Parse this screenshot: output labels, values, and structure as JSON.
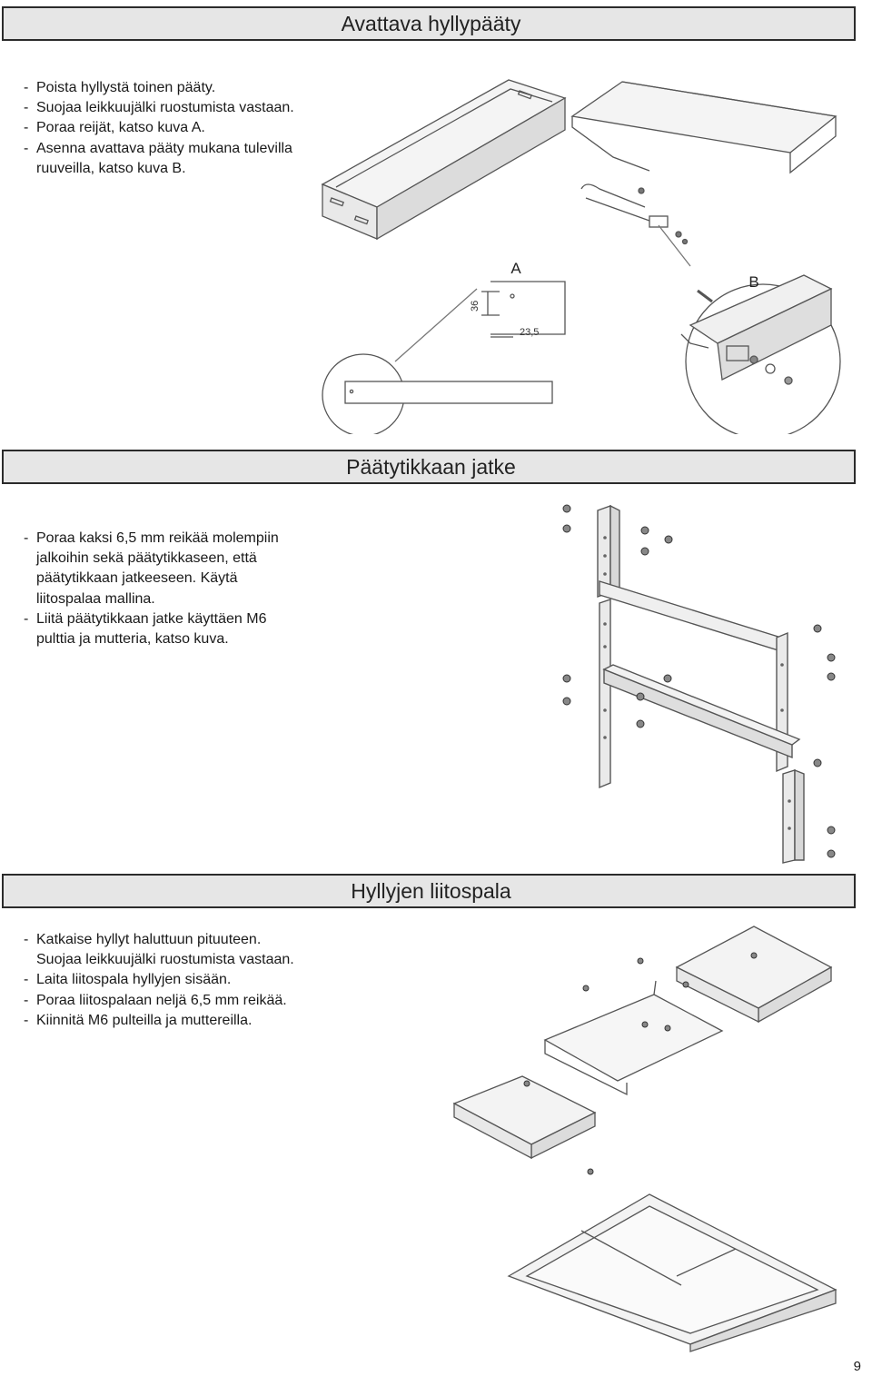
{
  "sections": [
    {
      "title": "Avattava hyllypääty",
      "steps": [
        "Poista hyllystä toinen pääty.",
        "Suojaa leikkuujälki ruostumista vastaan.",
        "Poraa reijät, katso kuva A.",
        "Asenna avattava pääty mukana tulevilla ruuveilla, katso kuva B."
      ],
      "figure_labels": {
        "a": "A",
        "b": "B",
        "dim_vertical": "36",
        "dim_horizontal": "23,5"
      }
    },
    {
      "title": "Päätytikkaan jatke",
      "steps": [
        "Poraa kaksi 6,5 mm reikää molempiin jalkoihin sekä päätytikkaseen, että päätytikkaan jatkeeseen. Käytä liitospalaa mallina.",
        "Liitä päätytikkaan jatke käyttäen M6 pulttia ja mutteria, katso kuva."
      ]
    },
    {
      "title": "Hyllyjen liitospala",
      "steps": [
        "Katkaise hyllyt haluttuun pituuteen. Suojaa leikkuujälki ruostumista vastaan.",
        "Laita liitospala hyllyjen sisään.",
        "Poraa liitospalaan neljä 6,5 mm reikää.",
        "Kiinnitä M6 pulteilla ja muttereilla."
      ]
    }
  ],
  "page_number": "9"
}
